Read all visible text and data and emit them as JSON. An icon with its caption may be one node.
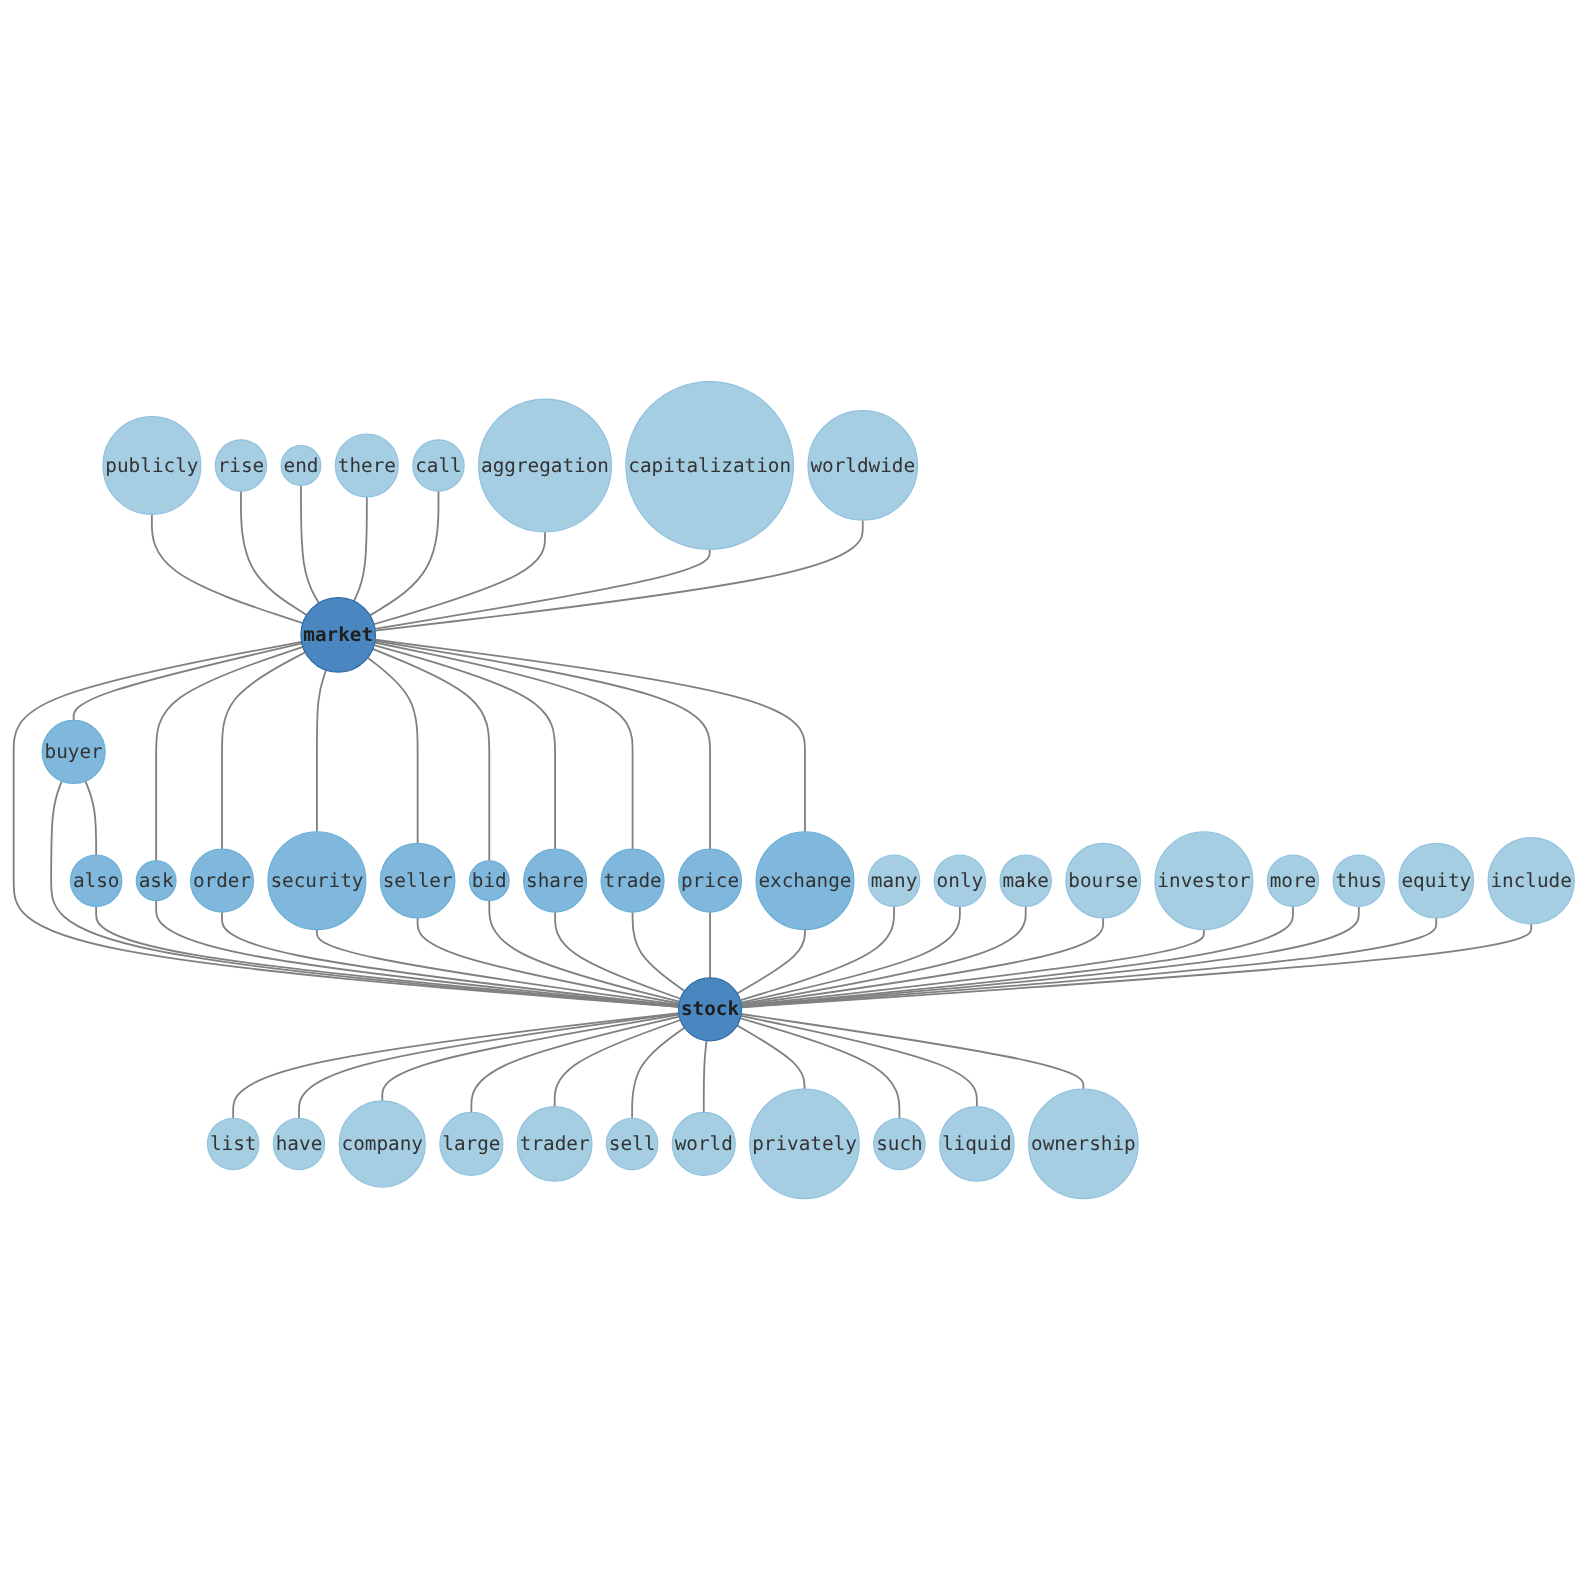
{
  "diagram": {
    "nodes": [
      {
        "text": [
          "publicly"
        ]
      },
      {
        "text": [
          "rise"
        ]
      },
      {
        "text": [
          "end"
        ]
      },
      {
        "text": [
          "there"
        ]
      },
      {
        "text": [
          "call"
        ]
      },
      {
        "text": [
          "aggregation"
        ]
      },
      {
        "text": [
          "capitalization"
        ]
      },
      {
        "text": [
          "worldwide"
        ]
      },
      {
        "text": [
          "market"
        ]
      },
      {
        "text": [
          "ask"
        ]
      },
      {
        "text": [
          "order"
        ]
      },
      {
        "text": [
          "buyer"
        ]
      },
      {
        "text": [
          "security"
        ]
      },
      {
        "text": [
          "seller"
        ]
      },
      {
        "text": [
          "bid"
        ]
      },
      {
        "text": [
          "also"
        ]
      },
      {
        "text": [
          "share"
        ]
      },
      {
        "text": [
          "trade"
        ]
      },
      {
        "text": [
          "many"
        ]
      },
      {
        "text": [
          "price"
        ]
      },
      {
        "text": [
          "exchange"
        ]
      },
      {
        "text": [
          "only"
        ]
      },
      {
        "text": [
          "make"
        ]
      },
      {
        "text": [
          "stock"
        ]
      },
      {
        "text": [
          "bourse"
        ]
      },
      {
        "text": [
          "investor"
        ]
      },
      {
        "text": [
          "more"
        ]
      },
      {
        "text": [
          "thus"
        ]
      },
      {
        "text": [
          "equity"
        ]
      },
      {
        "text": [
          "include"
        ]
      },
      {
        "text": [
          "list"
        ]
      },
      {
        "text": [
          "have"
        ]
      },
      {
        "text": [
          "company"
        ]
      },
      {
        "text": [
          "large"
        ]
      },
      {
        "text": [
          "trader"
        ]
      },
      {
        "text": [
          "sell"
        ]
      },
      {
        "text": [
          "world"
        ]
      },
      {
        "text": [
          "privately"
        ]
      },
      {
        "text": [
          "such"
        ]
      },
      {
        "text": [
          "liquid"
        ]
      },
      {
        "text": [
          "ownership"
        ]
      }
    ],
    "edges": [
      {
        "from": 0,
        "to": 8,
        "arrow": "none"
      },
      {
        "from": 1,
        "to": 8,
        "arrow": "none"
      },
      {
        "from": 2,
        "to": 8,
        "arrow": "none"
      },
      {
        "from": 3,
        "to": 8,
        "arrow": "none"
      },
      {
        "from": 4,
        "to": 8,
        "arrow": "none"
      },
      {
        "from": 5,
        "to": 8,
        "arrow": "none"
      },
      {
        "from": 6,
        "to": 8,
        "arrow": "none"
      },
      {
        "from": 7,
        "to": 8,
        "arrow": "none"
      },
      {
        "from": 8,
        "to": 9,
        "arrow": "none"
      },
      {
        "from": 8,
        "to": 10,
        "arrow": "none"
      },
      {
        "from": 8,
        "to": 11,
        "arrow": "none"
      },
      {
        "from": 8,
        "to": 12,
        "arrow": "none"
      },
      {
        "from": 8,
        "to": 13,
        "arrow": "none"
      },
      {
        "from": 8,
        "to": 14,
        "arrow": "none"
      },
      {
        "from": 8,
        "to": 16,
        "arrow": "none"
      },
      {
        "from": 8,
        "to": 17,
        "arrow": "none"
      },
      {
        "from": 8,
        "to": 19,
        "arrow": "none"
      },
      {
        "from": 8,
        "to": 20,
        "arrow": "none"
      },
      {
        "from": 8,
        "to": 23,
        "arrow": "none"
      },
      {
        "from": 11,
        "to": 15,
        "arrow": "none"
      },
      {
        "from": 11,
        "to": 23,
        "arrow": "none"
      },
      {
        "from": 15,
        "to": 23,
        "arrow": "none"
      },
      {
        "from": 9,
        "to": 23,
        "arrow": "none"
      },
      {
        "from": 10,
        "to": 23,
        "arrow": "none"
      },
      {
        "from": 12,
        "to": 23,
        "arrow": "none"
      },
      {
        "from": 13,
        "to": 23,
        "arrow": "none"
      },
      {
        "from": 14,
        "to": 23,
        "arrow": "none"
      },
      {
        "from": 16,
        "to": 23,
        "arrow": "none"
      },
      {
        "from": 17,
        "to": 23,
        "arrow": "none"
      },
      {
        "from": 19,
        "to": 23,
        "arrow": "none"
      },
      {
        "from": 20,
        "to": 23,
        "arrow": "none"
      },
      {
        "from": 18,
        "to": 23,
        "arrow": "none"
      },
      {
        "from": 21,
        "to": 23,
        "arrow": "none"
      },
      {
        "from": 22,
        "to": 23,
        "arrow": "none"
      },
      {
        "from": 24,
        "to": 23,
        "arrow": "none"
      },
      {
        "from": 25,
        "to": 23,
        "arrow": "none"
      },
      {
        "from": 26,
        "to": 23,
        "arrow": "none"
      },
      {
        "from": 27,
        "to": 23,
        "arrow": "none"
      },
      {
        "from": 28,
        "to": 23,
        "arrow": "none"
      },
      {
        "from": 29,
        "to": 23,
        "arrow": "none"
      },
      {
        "from": 23,
        "to": 30,
        "arrow": "none"
      },
      {
        "from": 23,
        "to": 31,
        "arrow": "none"
      },
      {
        "from": 23,
        "to": 32,
        "arrow": "none"
      },
      {
        "from": 23,
        "to": 33,
        "arrow": "none"
      },
      {
        "from": 23,
        "to": 34,
        "arrow": "none"
      },
      {
        "from": 23,
        "to": 35,
        "arrow": "none"
      },
      {
        "from": 23,
        "to": 36,
        "arrow": "none"
      },
      {
        "from": 23,
        "to": 37,
        "arrow": "none"
      },
      {
        "from": 23,
        "to": 38,
        "arrow": "none"
      },
      {
        "from": 23,
        "to": 39,
        "arrow": "none"
      },
      {
        "from": 23,
        "to": 40,
        "arrow": "none"
      }
    ]
  }
}
